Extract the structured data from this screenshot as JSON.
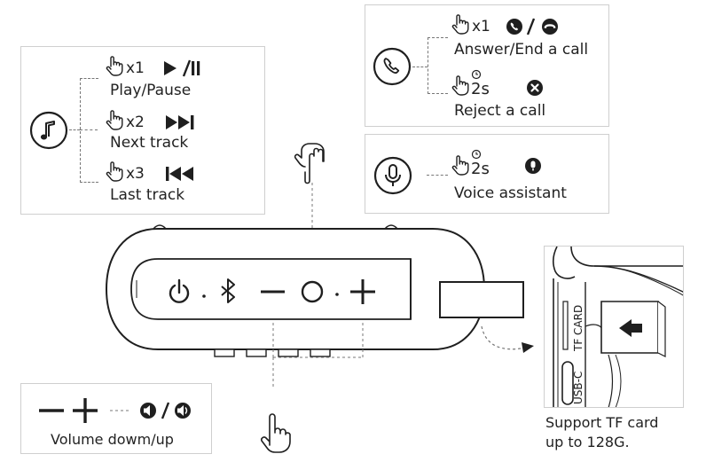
{
  "music_panel": {
    "rows": [
      {
        "count": "x1",
        "label": "Play/Pause",
        "symbol": "play-pause-icon"
      },
      {
        "count": "x2",
        "label": "Next track",
        "symbol": "next-track-icon"
      },
      {
        "count": "x3",
        "label": "Last track",
        "symbol": "previous-track-icon"
      }
    ]
  },
  "call_panel": {
    "rows": [
      {
        "count": "x1",
        "label": "Answer/End a call",
        "symbol": "answer-end-call-icon"
      },
      {
        "count": "2s",
        "label": "Reject a call",
        "symbol": "reject-call-icon"
      }
    ]
  },
  "voice_panel": {
    "count": "2s",
    "label": "Voice assistant",
    "symbol": "microphone-icon"
  },
  "volume_panel": {
    "label": "Volume dowm/up"
  },
  "tf_inset": {
    "slot_labels": [
      "TF CARD",
      "USB-C"
    ],
    "caption_line1": "Support TF card",
    "caption_line2": "up to 128G."
  },
  "colors": {
    "ink": "#1f1f1f",
    "panel_border": "#cfcfcf",
    "dash": "#777777"
  }
}
